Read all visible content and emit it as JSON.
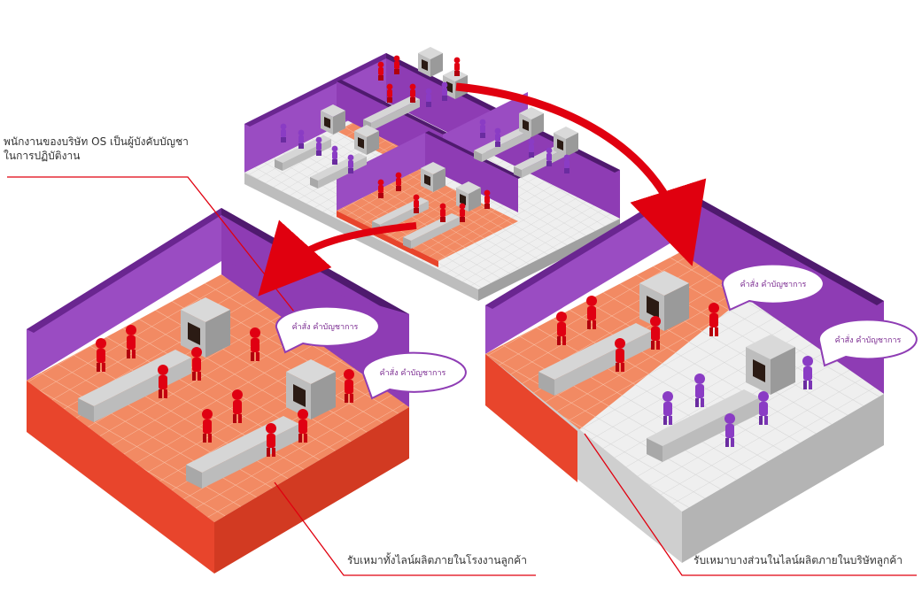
{
  "title_note": {
    "line1": "พนักงานของบริษัท OS เป็นผู้บังคับบัญชา",
    "line2": "ในการปฏิบัติงาน"
  },
  "speech_bubbles": [
    "คำสั่ง คำบัญชาการ",
    "คำสั่ง คำบัญชาการ",
    "คำสั่ง คำบัญชาการ",
    "คำสั่ง คำบัญชาการ"
  ],
  "captions": {
    "left": "รับเหมาทั้งไลน์ผลิตภายในโรงงานลูกค้า",
    "right": "รับเหมาบางส่วนในไลน์ผลิตภายในบริษัทลูกค้า"
  },
  "colors": {
    "wall_purple": "#8e3cb4",
    "wall_dark": "#4f1a6e",
    "floor_orange": "#f28a63",
    "floor_orange_edge": "#e8452c",
    "floor_white": "#eeeeee",
    "worker_red": "#e00012",
    "worker_purple": "#8a3cc4",
    "arrow_red": "#e0000f",
    "leader_line": "#e0000f"
  }
}
